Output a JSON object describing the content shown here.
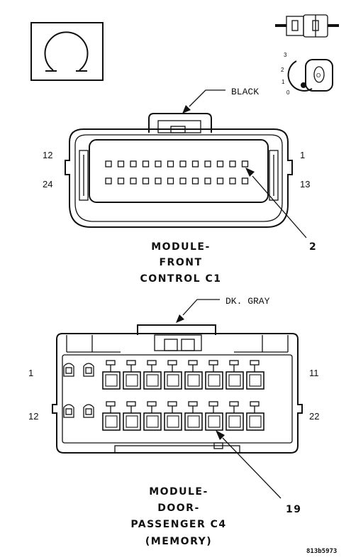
{
  "symbol_box": {
    "icon": "ohm-omega-symbol"
  },
  "connector1": {
    "wire_color": "BLACK",
    "pin_left_top": "12",
    "pin_left_bottom": "24",
    "pin_right_top": "1",
    "pin_right_bottom": "13",
    "callout_pin": "2",
    "title_lines": [
      "MODULE-",
      "FRONT",
      "CONTROL C1"
    ]
  },
  "connector2": {
    "wire_color": "DK. GRAY",
    "pin_left_top": "1",
    "pin_left_bottom": "12",
    "pin_right_top": "11",
    "pin_right_bottom": "22",
    "callout_pin": "19",
    "title_lines": [
      "MODULE-",
      "DOOR-",
      "PASSENGER C4",
      "(MEMORY)"
    ]
  },
  "key_switch": {
    "positions": [
      "3",
      "2",
      "1",
      "0"
    ],
    "cylinder_mark": "O"
  },
  "figure_code": "813b5973"
}
